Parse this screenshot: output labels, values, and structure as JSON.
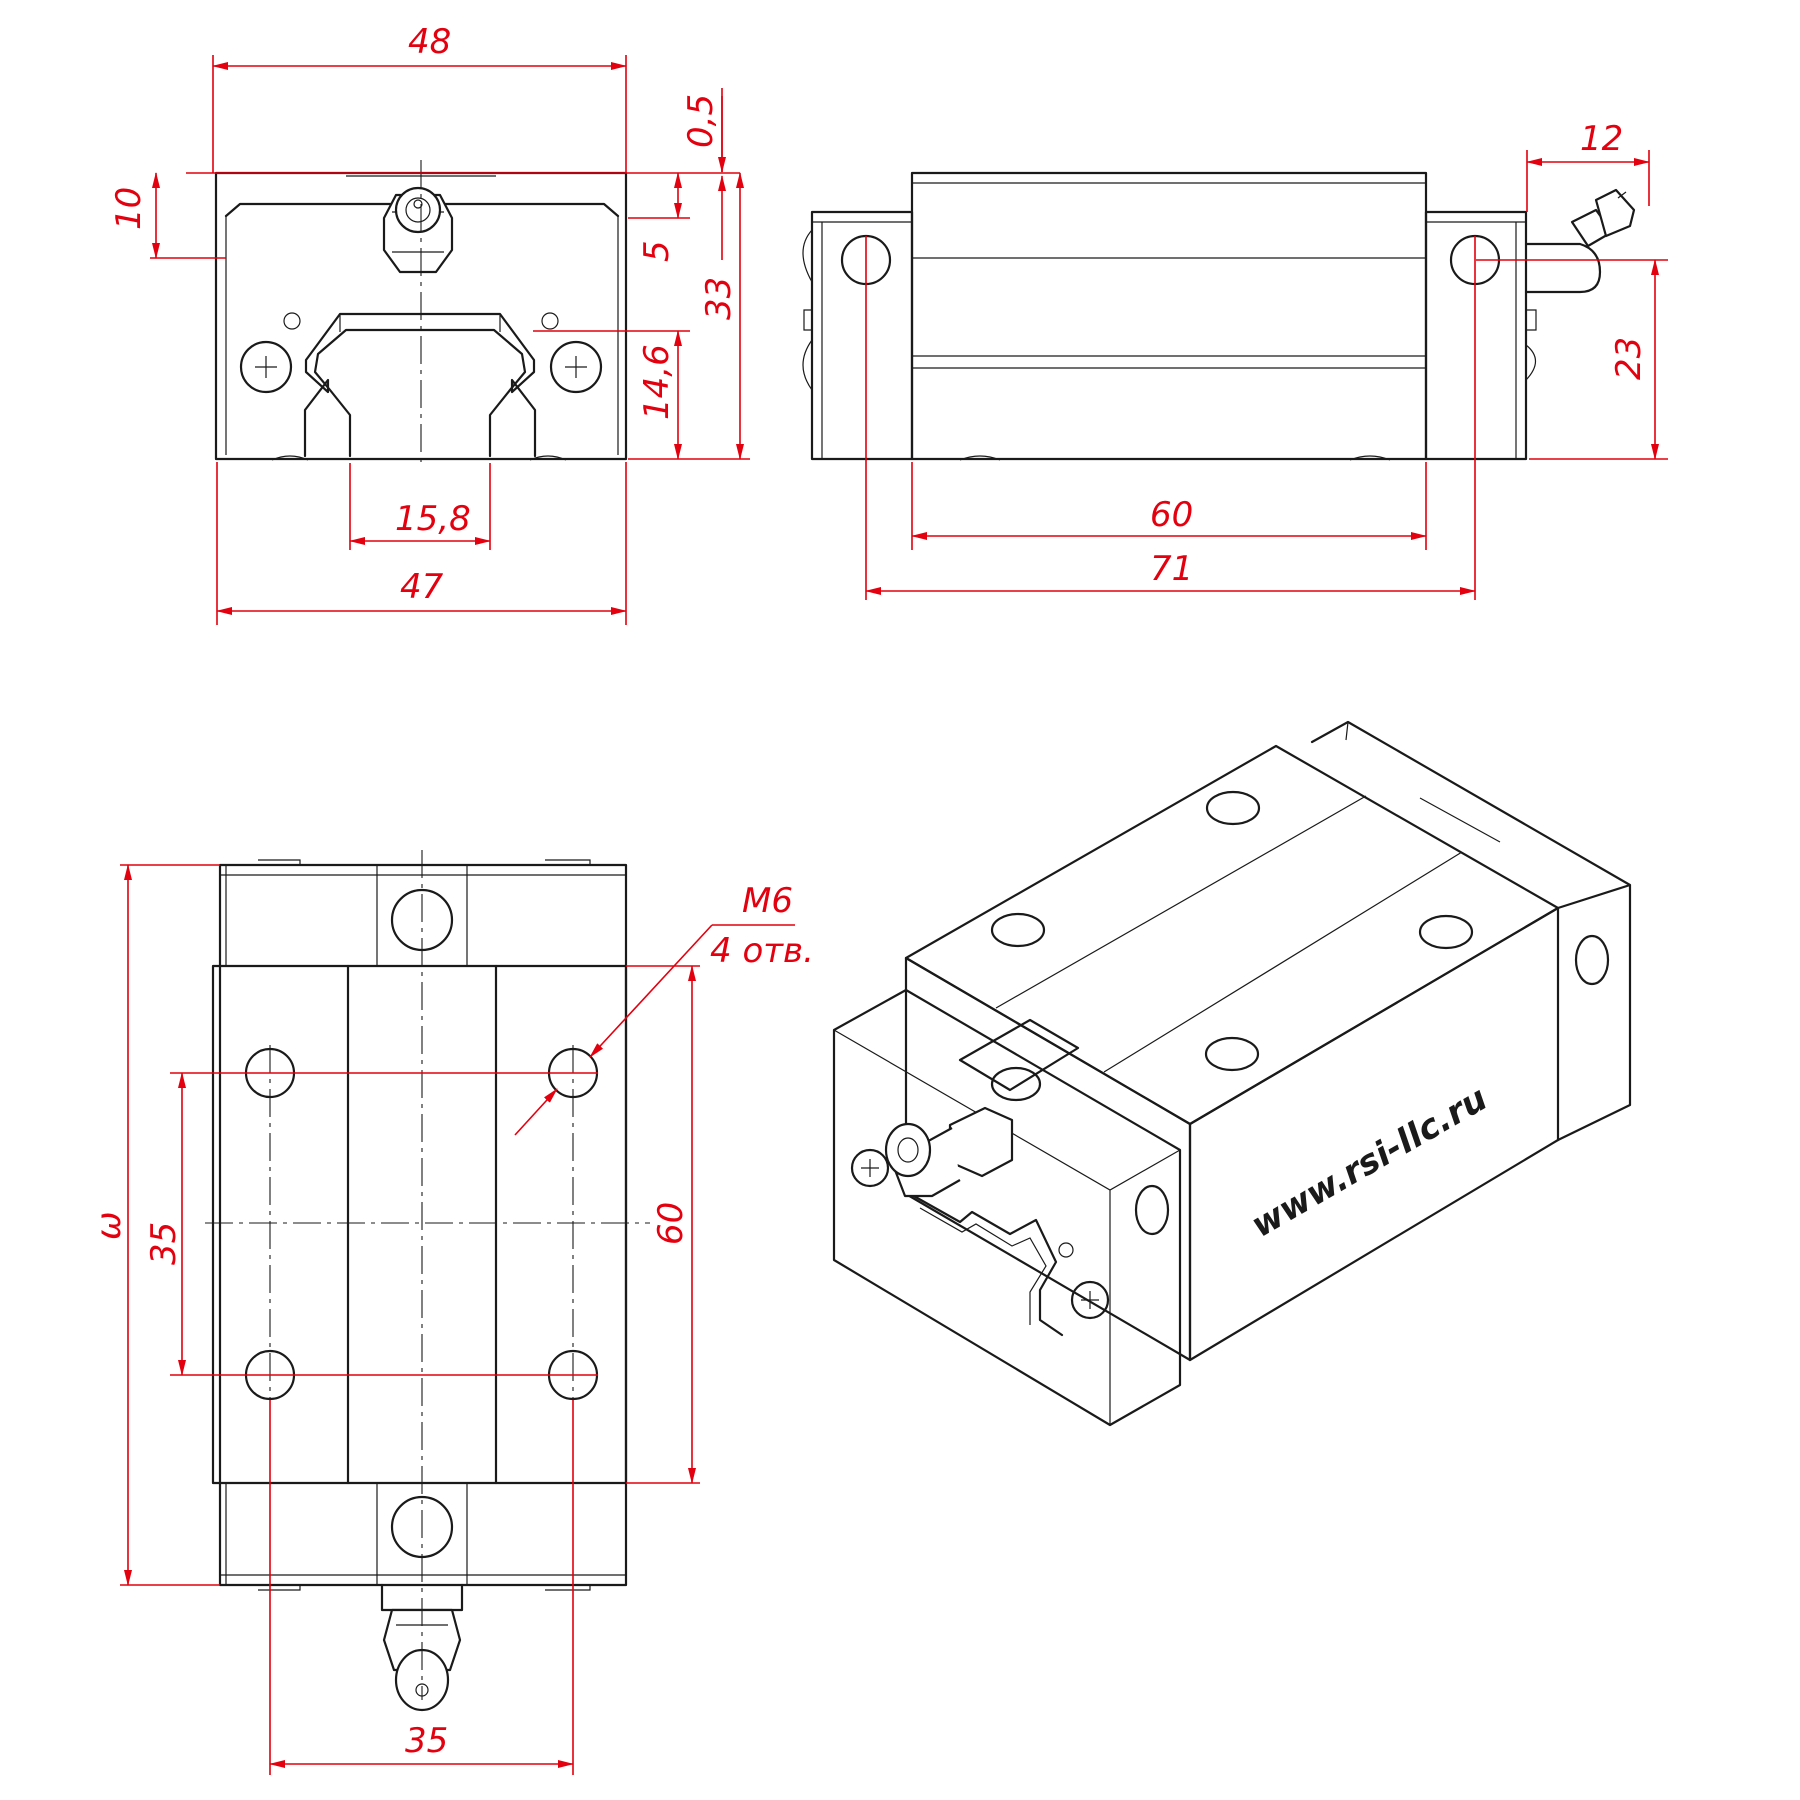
{
  "front_view": {
    "width_top": "48",
    "height_10": "10",
    "height_05": "0,5",
    "height_5": "5",
    "height_33": "33",
    "height_146": "14,6",
    "rail_width": "15,8",
    "width_bottom": "47"
  },
  "side_view": {
    "nipple_12": "12",
    "height_23": "23",
    "body_60": "60",
    "holes_71": "71"
  },
  "top_view": {
    "thread_label": "M6",
    "holes_count_label": "4 отв.",
    "total_length": "ω",
    "hole_pitch_35": "35",
    "body_length_60": "60",
    "hole_spacing_35": "35"
  },
  "iso_view": {
    "website": "www.rsi-llc.ru"
  },
  "colors": {
    "outline": "#1a1a1a",
    "dimension": "#e3000f"
  }
}
